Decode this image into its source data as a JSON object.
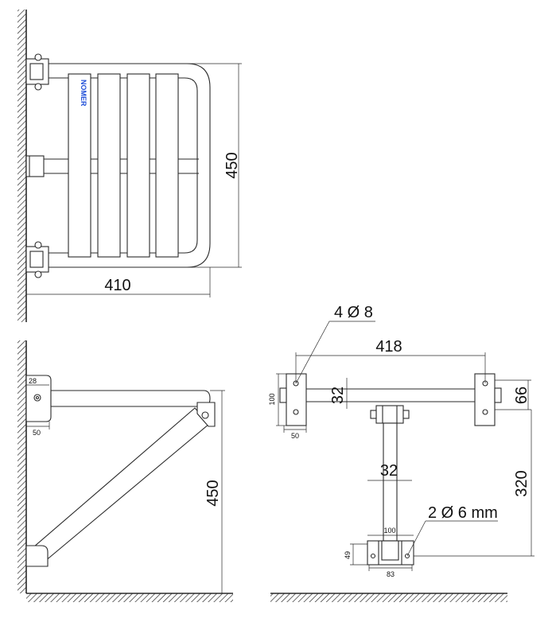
{
  "front_view": {
    "brand": "NOMER",
    "width": "410",
    "height": "450"
  },
  "side_view": {
    "dim_28": "28",
    "dim_50": "50",
    "height": "450"
  },
  "plan_view": {
    "holes_top": "4 Ø 8",
    "span": "418",
    "dim_32_top": "32",
    "dim_66": "66",
    "dim_100_left": "100",
    "dim_50": "50",
    "dim_32_stem": "32",
    "dim_320": "320",
    "holes_bottom": "2 Ø 6 mm",
    "dim_100_bottom": "100",
    "dim_49": "49",
    "dim_83": "83"
  },
  "colors": {
    "line": "#2a2a2a",
    "brand": "#1f4ed8"
  }
}
